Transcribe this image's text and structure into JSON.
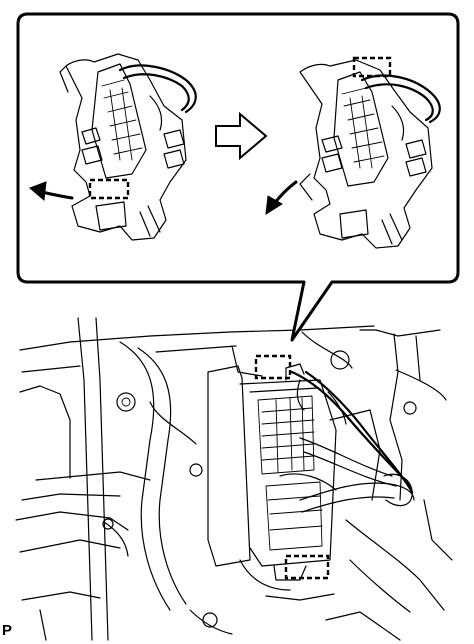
{
  "figure": {
    "code": "P"
  },
  "colors": {
    "line": "#000000",
    "background": "#ffffff"
  },
  "markers": {
    "callout_left_clip": "dashed-box",
    "callout_right_clip": "dashed-box",
    "main_top_clip": "dashed-box",
    "main_bottom_clip": "dashed-box"
  },
  "icons": [
    "pull-left-arrow-icon",
    "step-arrow-icon",
    "pull-down-arrow-icon"
  ]
}
